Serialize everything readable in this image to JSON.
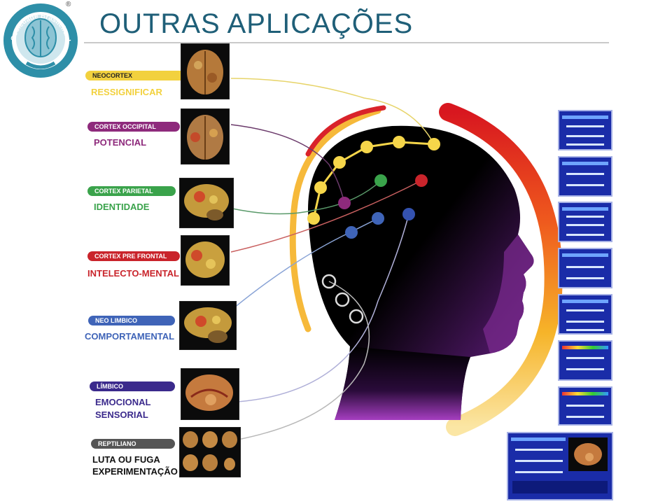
{
  "header": {
    "title": "OUTRAS APLICAÇÕES",
    "logo_text": "Sociedade Brasileira de Neurometria",
    "registered_mark": "®"
  },
  "regions": [
    {
      "label": "NEOCORTEX",
      "description": [
        "RESSIGNIFICAR"
      ],
      "color": "#f2d13e"
    },
    {
      "label": "CORTEX OCCIPITAL",
      "description": [
        "POTENCIAL"
      ],
      "color": "#8e2a7c"
    },
    {
      "label": "CORTEX PARIETAL",
      "description": [
        "IDENTIDADE"
      ],
      "color": "#3aa34b"
    },
    {
      "label": "CORTEX PRE FRONTAL",
      "description": [
        "INTELECTO-MENTAL"
      ],
      "color": "#c9242b"
    },
    {
      "label": "NEO LIMBICO",
      "description": [
        "COMPORTAMENTAL"
      ],
      "color": "#3f64b8"
    },
    {
      "label": "LÍMBICO",
      "description": [
        "EMOCIONAL",
        "SENSORIAL"
      ],
      "color": "#3b2a8c"
    },
    {
      "label": "REPTILIANO",
      "description": [
        "LUTA OU FUGA",
        "EXPERIMENTAÇÃO"
      ],
      "color": "#555555"
    }
  ],
  "colors": {
    "title": "#1f5f78",
    "head": "#000000",
    "screen": "#1a2ca8"
  }
}
